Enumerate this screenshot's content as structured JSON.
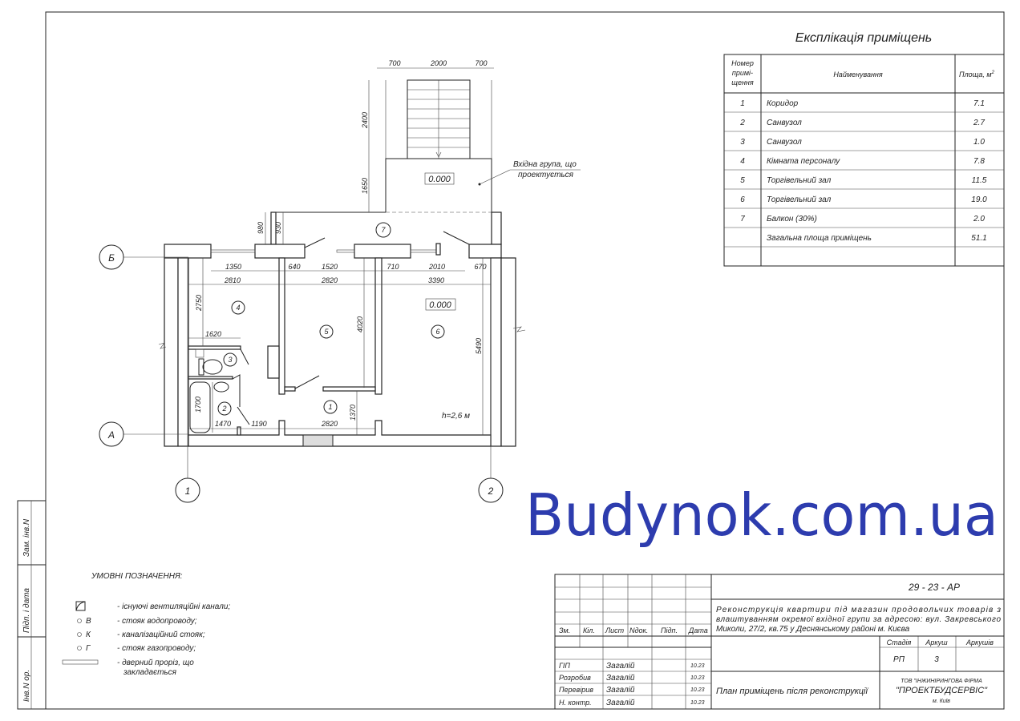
{
  "explication": {
    "title": "Експлікація приміщень",
    "headers": {
      "number": [
        "Номер",
        "примі-",
        "щення"
      ],
      "name": "Найменування",
      "area": "Площа, м",
      "area_sup": "2"
    },
    "rows": [
      {
        "no": "1",
        "name": "Коридор",
        "area": "7.1"
      },
      {
        "no": "2",
        "name": "Санвузол",
        "area": "2.7"
      },
      {
        "no": "3",
        "name": "Санвузол",
        "area": "1.0"
      },
      {
        "no": "4",
        "name": "Кімната персоналу",
        "area": "7.8"
      },
      {
        "no": "5",
        "name": "Торгівельний зал",
        "area": "11.5"
      },
      {
        "no": "6",
        "name": "Торгівельний зал",
        "area": "19.0"
      },
      {
        "no": "7",
        "name": "Балкон (30%)",
        "area": "2.0"
      },
      {
        "no": "",
        "name": "Загальна площа приміщень",
        "area": "51.1"
      }
    ]
  },
  "plan": {
    "axes": {
      "a1": "1",
      "a2": "2",
      "b": "Б",
      "a": "А"
    },
    "rooms": [
      "1",
      "2",
      "3",
      "4",
      "5",
      "6",
      "7"
    ],
    "levels": {
      "entrance": "0.000",
      "room6": "0.000"
    },
    "height": "h=2,6 м",
    "entrance_note": [
      "Вхідна група, що",
      "проектується"
    ],
    "dims": {
      "stair_w": [
        "700",
        "2000",
        "700"
      ],
      "stair_v": [
        "2400",
        "1650"
      ],
      "balcony_v": [
        "980",
        "930"
      ],
      "top_row": [
        "1350",
        "640",
        "1520",
        "710",
        "2010",
        "670"
      ],
      "room_w": [
        "2810",
        "2820",
        "3390"
      ],
      "room4_h": "2750",
      "room5_h": "4020",
      "room6_h": "5490",
      "bath_w": "1620",
      "bath_h": "1700",
      "bottom_row": [
        "1470",
        "1190",
        "2820"
      ],
      "corridor_h": "1370"
    }
  },
  "legend": {
    "title": "УМОВНІ ПОЗНАЧЕННЯ:",
    "items": [
      {
        "symbol": "",
        "text": "- існуючі вентиляційні канали;"
      },
      {
        "symbol": "В",
        "text": "- стояк  водопроводу;"
      },
      {
        "symbol": "К",
        "text": "- каналізаційний  стояк;"
      },
      {
        "symbol": "Г",
        "text": "- стояк газопроводу;"
      },
      {
        "symbol": "",
        "text": "- дверний проріз, що",
        "text2": "закладається"
      }
    ]
  },
  "side_stamp": [
    "Зам. інв.N",
    "Підп. і дата",
    "Інв.N ор."
  ],
  "title_block": {
    "code": "29 - 23 - АР",
    "description": [
      "Реконструкція  квартири  під  магазин  продовольчих  товарів  з",
      "влаштуванням окремої вхідної групи за адресою: вул. Закревського",
      "Миколи, 27/2, кв.75 у Деснянському районі м. Києва"
    ],
    "cols": [
      "Зм.",
      "Кіл.",
      "Лист",
      "Nдок.",
      "Підп.",
      "Дата"
    ],
    "roles": [
      {
        "role": "ГІП",
        "name": "Загалій",
        "date": "10.23"
      },
      {
        "role": "Розробив",
        "name": "Загалій",
        "date": "10.23"
      },
      {
        "role": "Перевірив",
        "name": "Загалій",
        "date": "10.23"
      },
      {
        "role": "Н. контр.",
        "name": "Загалій",
        "date": "10.23"
      }
    ],
    "stage_label": "Стадія",
    "sheet_label": "Аркуш",
    "sheets_label": "Аркушів",
    "stage": "РП",
    "sheet": "3",
    "sheets": "",
    "sheet_title": "План приміщень після реконструкції",
    "company": [
      "ТОВ \"ІНЖИНІРИНГОВА ФІРМА",
      "\"ПРОЕКТБУДСЕРВІС\"",
      "м. Київ"
    ]
  },
  "watermark": "Budynok.com.ua"
}
